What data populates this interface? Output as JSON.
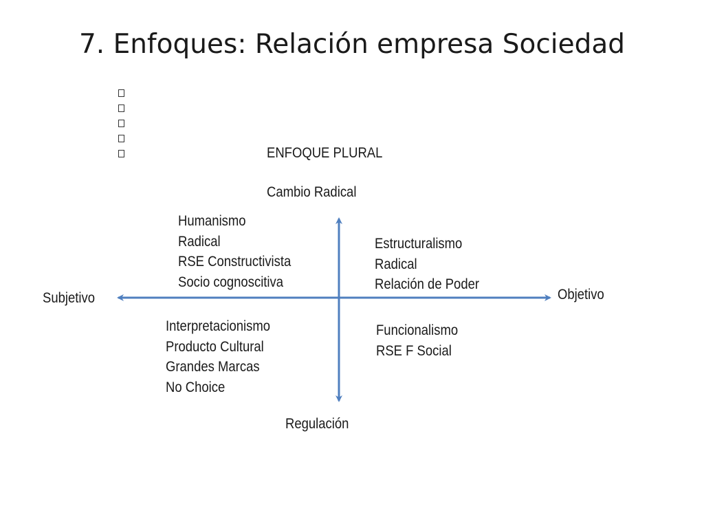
{
  "title": "7. Enfoques: Relación empresa Sociedad",
  "bullet_count": 5,
  "diagram": {
    "header": "ENFOQUE PLURAL",
    "axis_top": "Cambio Radical",
    "axis_bottom": "Regulación",
    "axis_left": "Subjetivo",
    "axis_right": "Objetivo",
    "axis_color": "#4f7fbf",
    "quadrants": {
      "top_left": [
        "Humanismo",
        "Radical",
        "RSE Constructivista",
        "Socio cognoscitiva"
      ],
      "top_right": [
        "Estructuralismo",
        "Radical",
        "Relación de Poder"
      ],
      "bottom_left": [
        "Interpretacionismo",
        "Producto Cultural",
        "Grandes Marcas",
        "No Choice"
      ],
      "bottom_right": [
        "Funcionalismo",
        "RSE F Social"
      ]
    }
  }
}
